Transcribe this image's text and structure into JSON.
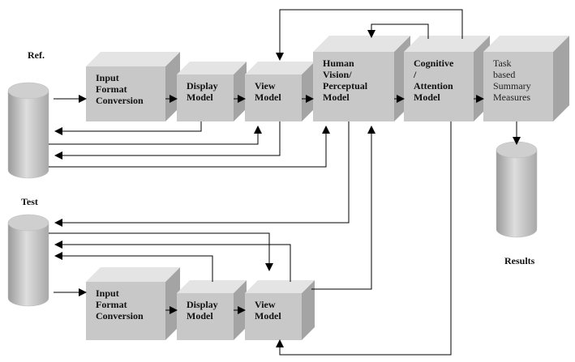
{
  "labels": {
    "ref": "Ref.",
    "test": "Test",
    "results": "Results"
  },
  "blocks": {
    "ref_input": [
      "Input",
      "Format",
      "Conversion"
    ],
    "ref_display": [
      "Display",
      "Model"
    ],
    "ref_view": [
      "View",
      "Model"
    ],
    "human": [
      "Human",
      "Vision/",
      "Perceptual",
      "Model"
    ],
    "cognitive": [
      "Cognitive",
      "/",
      "Attention",
      "Model"
    ],
    "task": [
      "Task",
      "based",
      "Summary",
      "Measures"
    ],
    "test_input": [
      "Input",
      "Format",
      "Conversion"
    ],
    "test_display": [
      "Display",
      "Model"
    ],
    "test_view": [
      "View",
      "Model"
    ]
  },
  "colors": {
    "box_front": "#c8c8c8",
    "box_top": "#e4e4e4",
    "box_side": "#a4a4a4",
    "cylinder": "#c4c4c4",
    "wire": "#000000"
  }
}
